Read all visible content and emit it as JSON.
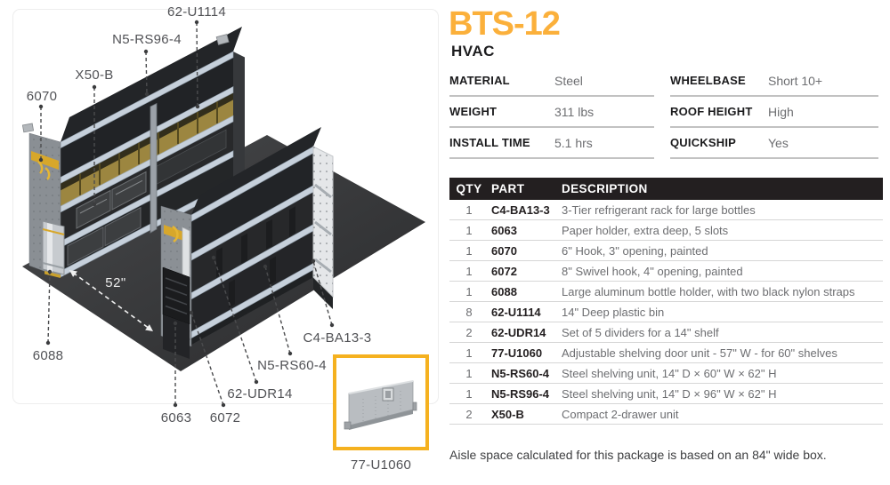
{
  "accent_color": "#FBB03B",
  "header": {
    "title": "BTS-12",
    "subtitle": "HVAC"
  },
  "specs": [
    {
      "label": "MATERIAL",
      "value": "Steel"
    },
    {
      "label": "WEIGHT",
      "value": "311 lbs"
    },
    {
      "label": "INSTALL TIME",
      "value": "5.1 hrs"
    },
    {
      "label": "WHEELBASE",
      "value": "Short 10+"
    },
    {
      "label": "ROOF HEIGHT",
      "value": "High"
    },
    {
      "label": "QUICKSHIP",
      "value": "Yes"
    }
  ],
  "parts_table": {
    "headers": {
      "qty": "QTY",
      "part": "PART",
      "description": "DESCRIPTION"
    },
    "rows": [
      {
        "qty": "1",
        "part": "C4-BA13-3",
        "description": "3-Tier refrigerant rack for large bottles"
      },
      {
        "qty": "1",
        "part": "6063",
        "description": "Paper holder, extra deep, 5 slots"
      },
      {
        "qty": "1",
        "part": "6070",
        "description": "6\" Hook, 3\" opening, painted"
      },
      {
        "qty": "1",
        "part": "6072",
        "description": "8\" Swivel hook, 4\" opening, painted"
      },
      {
        "qty": "1",
        "part": "6088",
        "description": "Large aluminum bottle holder, with two black nylon straps"
      },
      {
        "qty": "8",
        "part": "62-U1114",
        "description": "14\" Deep plastic bin"
      },
      {
        "qty": "2",
        "part": "62-UDR14",
        "description": "Set of 5 dividers for a 14\" shelf"
      },
      {
        "qty": "1",
        "part": "77-U1060",
        "description": "Adjustable shelving door unit - 57\" W - for 60\" shelves"
      },
      {
        "qty": "1",
        "part": "N5-RS60-4",
        "description": "Steel shelving unit, 14\" D × 60\" W × 62\" H"
      },
      {
        "qty": "1",
        "part": "N5-RS96-4",
        "description": "Steel shelving unit, 14\" D × 96\" W × 62\" H"
      },
      {
        "qty": "2",
        "part": "X50-B",
        "description": "Compact 2-drawer unit"
      }
    ]
  },
  "note": "Aisle space calculated for this package is based on an 84\" wide box.",
  "diagram": {
    "callouts": {
      "u1114": "62-U1114",
      "rs96": "N5-RS96-4",
      "x50b": "X50-B",
      "h6070": "6070",
      "b6088": "6088",
      "p6063": "6063",
      "h6072": "6072",
      "udr14": "62-UDR14",
      "rs60": "N5-RS60-4",
      "ba13": "C4-BA13-3",
      "door": "77-U1060"
    },
    "dimension": "52\""
  }
}
